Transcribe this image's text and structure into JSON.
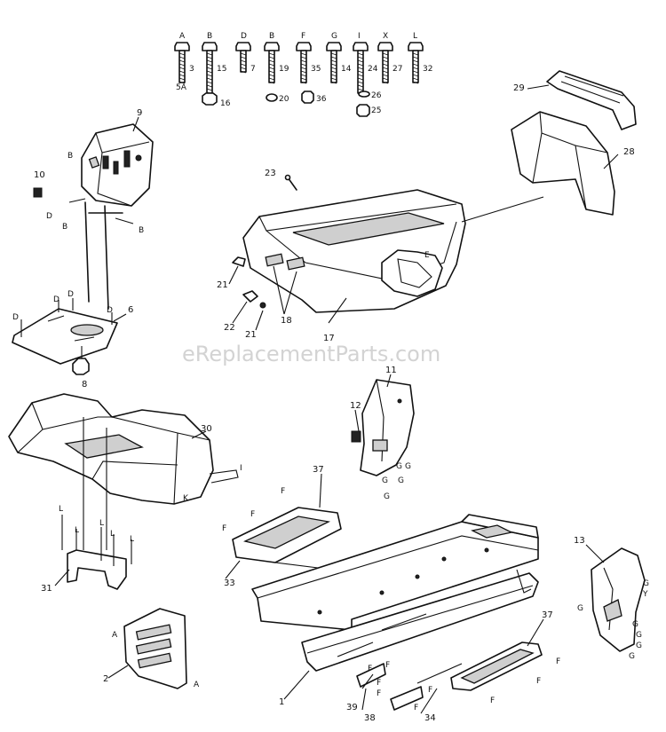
{
  "watermark": "eReplacementParts.com",
  "hardware": [
    {
      "letter": "A",
      "num": "3",
      "sub": "5A"
    },
    {
      "letter": "B",
      "num": "15",
      "sub": ""
    },
    {
      "letter": "D",
      "num": "7",
      "sub": ""
    },
    {
      "letter": "B",
      "num": "19",
      "sub": ""
    },
    {
      "letter": "F",
      "num": "35",
      "sub": ""
    },
    {
      "letter": "G",
      "num": "14",
      "sub": ""
    },
    {
      "letter": "I",
      "num": "24",
      "sub": ""
    },
    {
      "letter": "X",
      "num": "27",
      "sub": ""
    },
    {
      "letter": "L",
      "num": "32",
      "sub": ""
    }
  ],
  "nut_labels": [
    "16",
    "20",
    "36",
    "26",
    "25"
  ],
  "callouts": {
    "c9": "9",
    "c10": "10",
    "c6": "6",
    "c8": "8",
    "c23": "23",
    "c29": "29",
    "c28": "28",
    "c21a": "21",
    "c22": "22",
    "c21b": "21",
    "c18": "18",
    "c17": "17",
    "c11": "11",
    "c12": "12",
    "c30": "30",
    "c31": "31",
    "c37a": "37",
    "c33": "33",
    "c13": "13",
    "c2": "2",
    "c1": "1",
    "c37b": "37",
    "c39": "39",
    "c38": "38",
    "c34": "34"
  },
  "letters": {
    "B": "B",
    "D": "D",
    "E": "E",
    "G": "G",
    "K": "K",
    "L": "L",
    "F": "F",
    "A": "A",
    "Y": "Y",
    "I": "I"
  }
}
